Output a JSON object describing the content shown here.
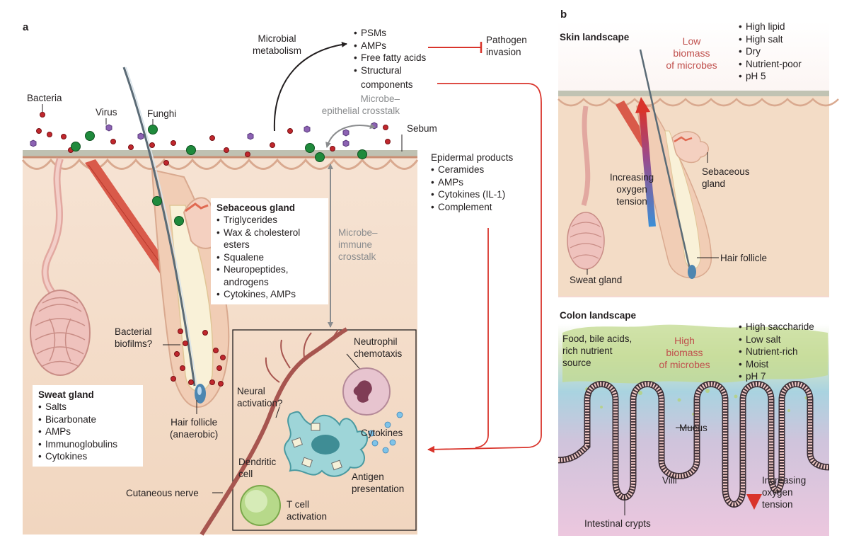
{
  "panel_a": {
    "letter": "a",
    "organisms": [
      "Bacteria",
      "Virus",
      "Funghi"
    ],
    "microbial_metabolism": [
      "Microbial",
      "metabolism"
    ],
    "metabolites": [
      "PSMs",
      "AMPs",
      "Free fatty acids",
      "Structural",
      "components"
    ],
    "pathogen_invasion": [
      "Pathogen",
      "invasion"
    ],
    "epithelial_crosstalk": [
      "Microbe–",
      "epithelial crosstalk"
    ],
    "sebum": "Sebum",
    "epidermal": {
      "title": "Epidermal products",
      "items": [
        "Ceramides",
        "AMPs",
        "Cytokines (IL-1)",
        "Complement"
      ]
    },
    "immune_crosstalk": [
      "Microbe–",
      "immune",
      "crosstalk"
    ],
    "sebaceous_gland": {
      "title": "Sebaceous gland",
      "items": [
        "Triglycerides",
        "Wax & cholesterol",
        "esters",
        "Squalene",
        "Neuropeptides,",
        "androgens",
        "Cytokines, AMPs"
      ]
    },
    "bacterial_biofilms": [
      "Bacterial",
      "biofilms?"
    ],
    "sweat_gland": {
      "title": "Sweat gland",
      "items": [
        "Salts",
        "Bicarbonate",
        "AMPs",
        "Immunoglobulins",
        "Cytokines"
      ]
    },
    "hair_follicle": [
      "Hair follicle",
      "(anaerobic)"
    ],
    "neutrophil": [
      "Neutrophil",
      "chemotaxis"
    ],
    "neural_activation": [
      "Neural",
      "activation?"
    ],
    "cytokines": "Cytokines",
    "dendritic_cell": [
      "Dendritic",
      "cell"
    ],
    "antigen": [
      "Antigen",
      "presentation"
    ],
    "cutaneous_nerve": "Cutaneous nerve",
    "t_cell": [
      "T cell",
      "activation"
    ]
  },
  "panel_b": {
    "letter": "b",
    "skin": {
      "title": "Skin landscape",
      "biomass": [
        "Low",
        "biomass",
        "of microbes"
      ],
      "conditions": [
        "High lipid",
        "High salt",
        "Dry",
        "Nutrient-poor",
        "pH 5"
      ],
      "oxygen": [
        "Increasing",
        "oxygen",
        "tension"
      ],
      "sebaceous": [
        "Sebaceous",
        "gland"
      ],
      "hair_follicle": "Hair follicle",
      "sweat_gland": "Sweat gland"
    },
    "colon": {
      "title": "Colon landscape",
      "food": [
        "Food, bile acids,",
        "rich nutrient",
        "source"
      ],
      "biomass": [
        "High",
        "biomass",
        "of microbes"
      ],
      "conditions": [
        "High saccharide",
        "Low salt",
        "Nutrient-rich",
        "Moist",
        "pH 7"
      ],
      "mucus": "Mucus",
      "villi": "Villi",
      "oxygen": [
        "Increasing",
        "oxygen",
        "tension"
      ],
      "crypts": "Intestinal crypts"
    }
  },
  "colors": {
    "skin_tissue": "#f3dcc6",
    "skin_surface": "#b9bcae",
    "accent_red": "#d9342b",
    "grey_arrow": "#8a8c8e",
    "bacteria": "#c0272d",
    "fungi": "#1f8a3c",
    "virus": "#7b4fa0",
    "colon_pink": "#e9c9dc"
  }
}
